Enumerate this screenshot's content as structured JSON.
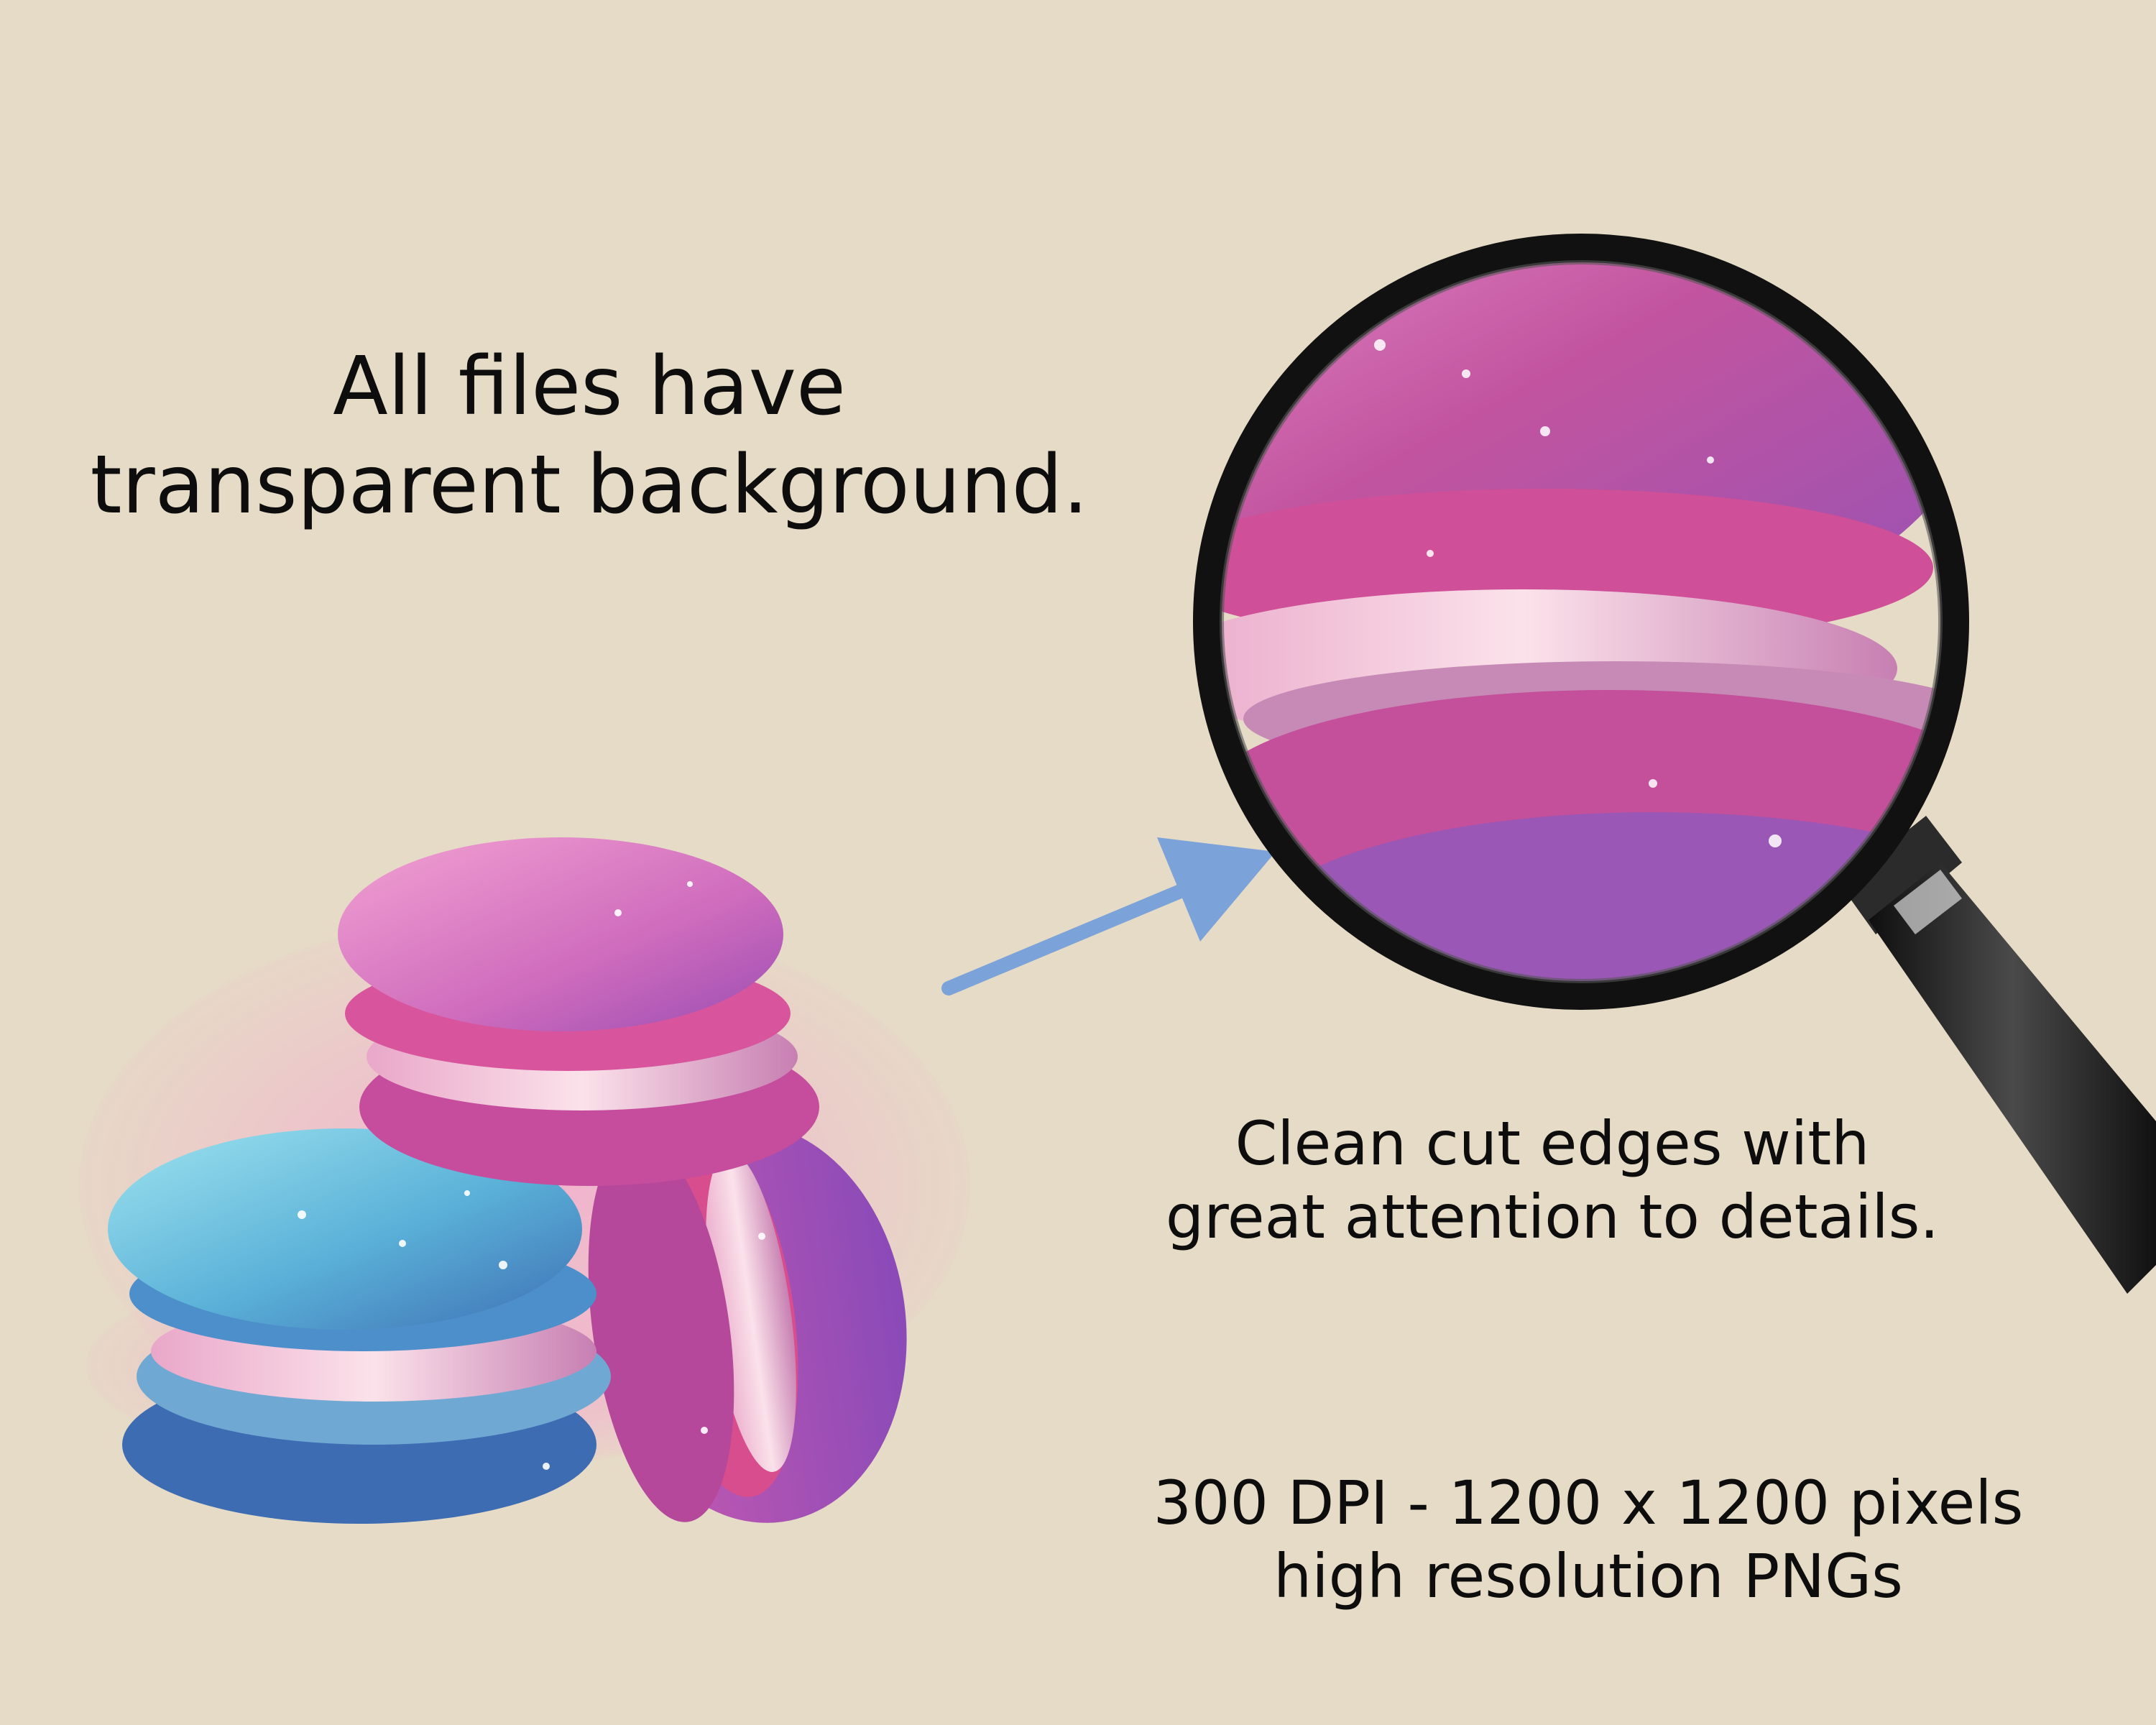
{
  "headline": {
    "lines": [
      "All files have",
      "transparent background."
    ]
  },
  "caption": {
    "lines": [
      "Clean cut edges with",
      "great attention to details."
    ]
  },
  "specs": {
    "lines": [
      "300 DPI - 1200 x 1200 pixels",
      "high resolution PNGs"
    ]
  },
  "illustrations": {
    "macarons": "macaron-stack-illustration",
    "magnifier": "magnifying-glass-illustration",
    "arrow": "arrow-right-icon"
  },
  "colors": {
    "background": "#e6dbc6",
    "text": "#0d0d0d",
    "arrow": "#7ba3da",
    "pink": "#d979b8",
    "purple": "#a45ab8",
    "blue": "#5fb6d8"
  }
}
